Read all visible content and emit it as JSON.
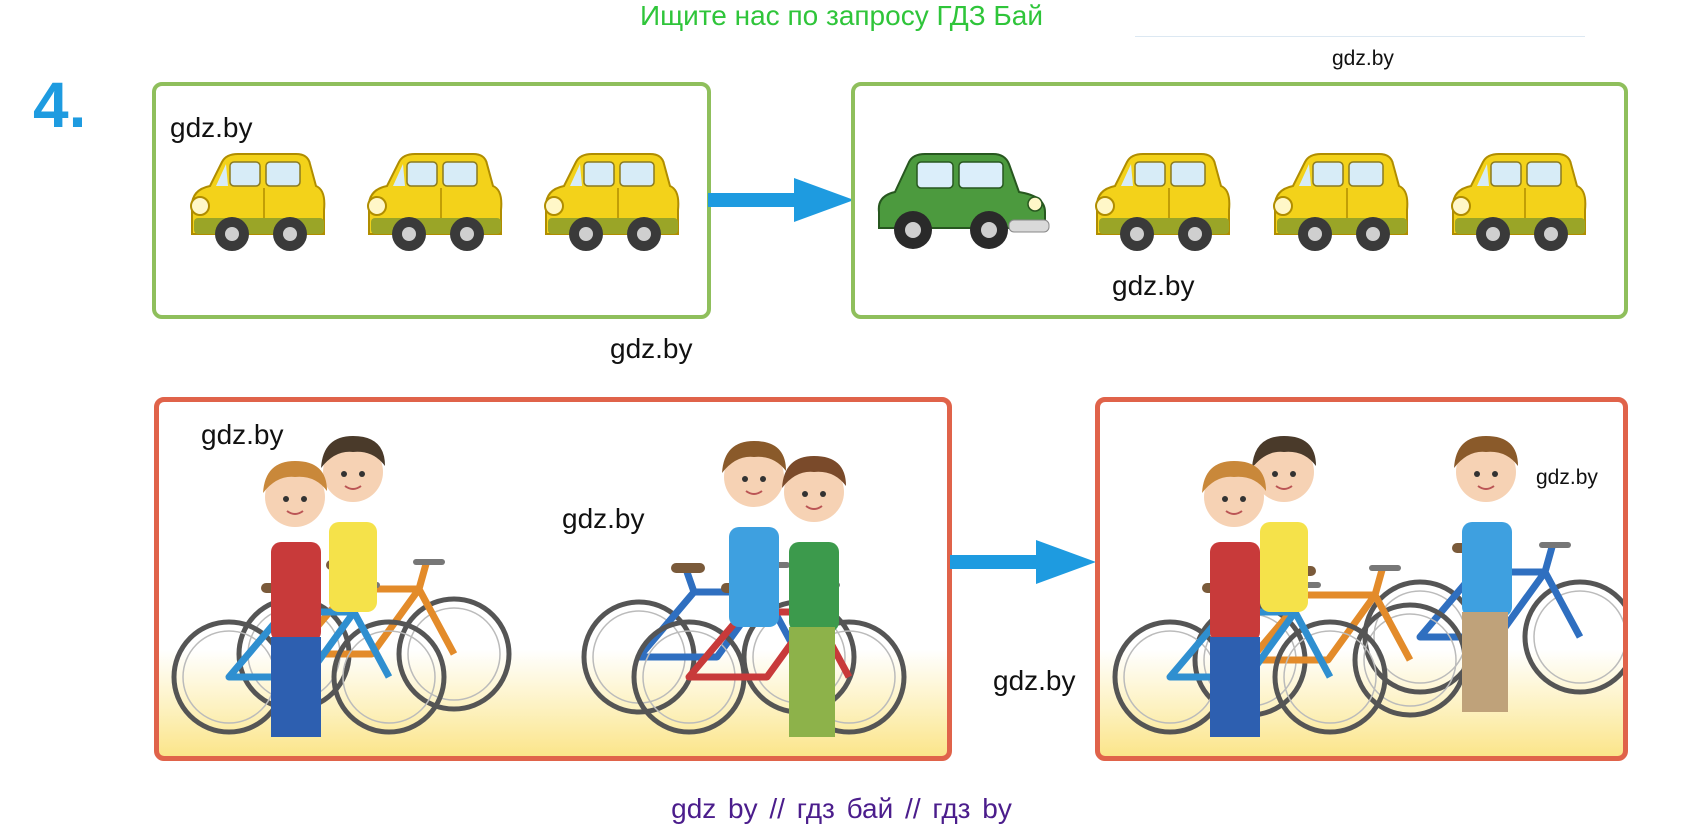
{
  "header": {
    "banner": "Ищите нас по запросу ГДЗ Бай"
  },
  "task": {
    "number": "4."
  },
  "watermarks": {
    "top_right": "gdz.by",
    "cars_left_box": "gdz.by",
    "below_cars_left": "gdz.by",
    "cars_right_box": "gdz.by",
    "bikes_left_top": "gdz.by",
    "bikes_left_middle": "gdz.by",
    "bikes_between": "gdz.by",
    "bikes_right_box": "gdz.by"
  },
  "footer": {
    "banner": "gdz by  //  гдз бай  //  гдз by"
  },
  "colors": {
    "banner_green": "#2fc53a",
    "task_blue": "#1e9be0",
    "frame_green": "#8fbf5c",
    "frame_red": "#e0634a",
    "arrow_blue": "#1e9be0",
    "footer_purple": "#4b1d8c",
    "car_yellow": "#f3d21a",
    "car_green": "#4c9a3e"
  }
}
